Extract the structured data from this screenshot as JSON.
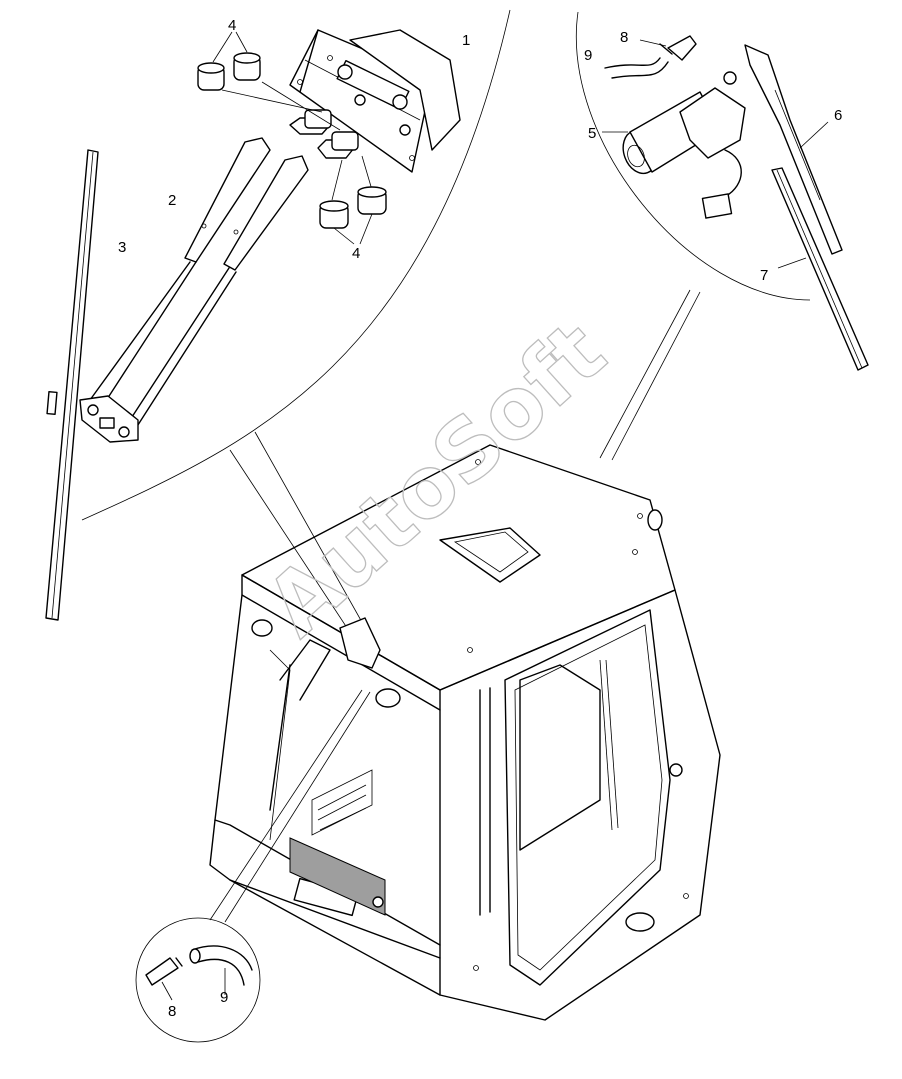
{
  "diagram": {
    "watermark": "AutoSoft",
    "callouts": {
      "wiper_motor_assembly": "1",
      "wiper_arm_front": "2",
      "wiper_blade_front": "3",
      "bushing_top": "4",
      "bushing_bottom": "4",
      "rear_wiper_motor": "5",
      "rear_wiper_arm": "6",
      "rear_wiper_blade": "7",
      "washer_nozzle_top": "8",
      "washer_hose_top": "9",
      "washer_nozzle_bottom": "8",
      "washer_hose_bottom": "9"
    }
  }
}
